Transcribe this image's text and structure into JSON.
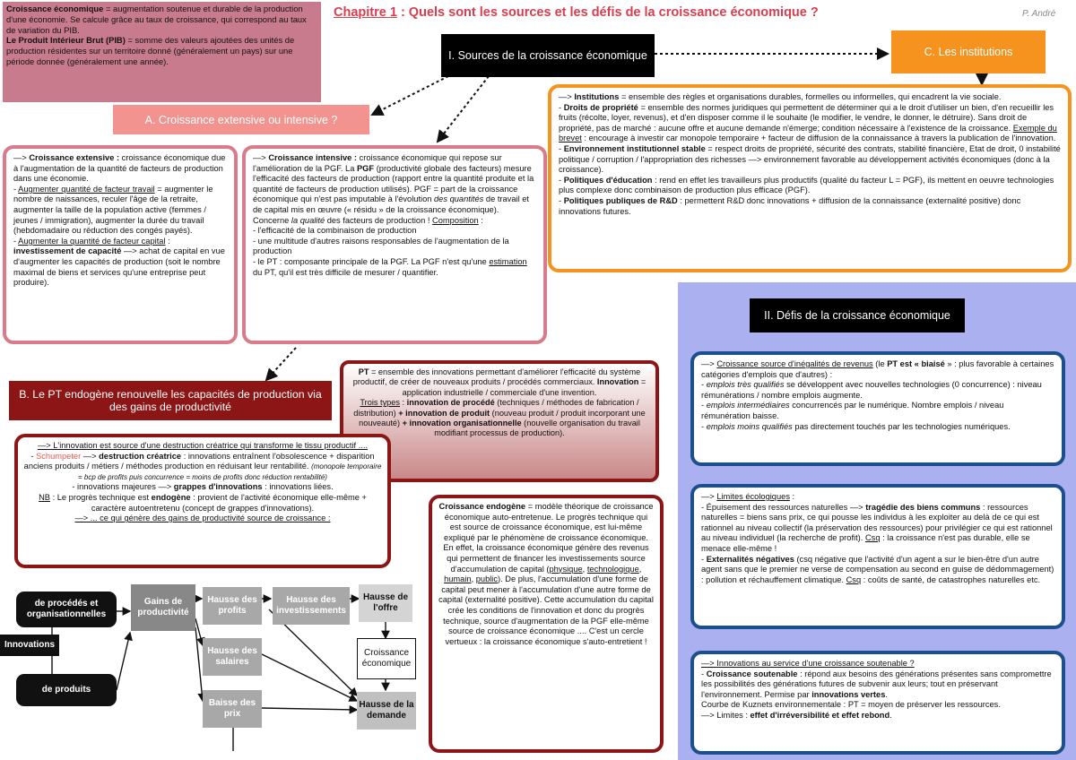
{
  "header": {
    "chapter": "Chapitre 1",
    "title": " : Quels sont les sources et les défis de la croissance économique ?",
    "author": "P. André"
  },
  "definitions": {
    "t1": "Croissance économique",
    "p1": " = augmentation soutenue et durable de la production d'une économie. Se calcule grâce au taux de croissance, qui correspond au taux de variation du PIB.",
    "t2": "Le Produit Intérieur Brut (PIB)",
    "p2": " = somme des valeurs ajoutées des unités de production résidentes sur un territoire donné (généralement un pays) sur une période donnée (généralement une année)."
  },
  "section1": {
    "title": "I. Sources de la croissance économique"
  },
  "sectionA": {
    "title": "A. Croissance extensive ou intensive ?"
  },
  "sectionC": {
    "title": "C. Les institutions"
  },
  "extensive": {
    "l1a": "—> ",
    "l1b": "Croissance extensive : ",
    "l1c": "croissance économique due à l'augmentation de la quantité de facteurs de production dans une économie.",
    "l2a": "- ",
    "l2b": "Augmenter quantité de facteur travail",
    "l2c": " = augmenter le nombre de naissances, reculer l'âge de la retraite, augmenter la taille de la population active (femmes / jeunes / immigration), augmenter la durée du travail (hebdomadaire ou réduction des congés payés).",
    "l3a": "- ",
    "l3b": "Augmenter la quantité de facteur capital",
    "l3c": " : ",
    "l3d": "investissement de capacité",
    "l3e": " —> achat de capital en vue d'augmenter les capacités de production (soit le nombre maximal de biens et services qu'une entreprise peut produire)."
  },
  "intensive": {
    "l1a": "—> ",
    "l1b": "Croissance intensive : ",
    "l1c": "croissance économique qui repose sur l'amélioration de la PGF. La ",
    "l1d": "PGF",
    "l1e": " (productivité globale des facteurs) mesure l'efficacité des facteurs de production (rapport entre la quantité produite et la quantité de facteurs de production utilisés). PGF = part de la croissance économique qui n'est pas imputable à l'évolution ",
    "l1f": "des quantités",
    "l1g": " de travail et de capital mis en œuvre (« résidu » de la croissance économique). Concerne ",
    "l1h": "la qualité",
    "l1i": " des facteurs de production ! ",
    "l1j": "Composition",
    "l1k": " :",
    "l2": "- l'efficacité de la combinaison de production",
    "l3": "- une multitude d'autres raisons responsables de l'augmentation de la production",
    "l4a": "- le PT : composante principale de la PGF. La PGF n'est qu'une ",
    "l4b": "estimation",
    "l4c": " du PT, qu'il est très difficile de mesurer / quantifier."
  },
  "institutions": {
    "l1a": "—> ",
    "l1b": "Institutions",
    "l1c": " = ensemble des règles et organisations durables, formelles ou informelles, qui encadrent la vie sociale.",
    "l2a": "- ",
    "l2b": "Droits de propriété",
    "l2c": " = ensemble des normes juridiques qui permettent de déterminer qui a le droit d'utiliser un bien, d'en recueillir les fruits (récolte, loyer, revenus), et d'en disposer comme il le souhaite (le modifier, le vendre, le donner, le détruire). Sans droit de propriété, pas de marché : aucune offre et aucune demande n'émerge; condition nécessaire à l'existence de la croissance. ",
    "l2d": "Exemple du brevet",
    "l2e": " : encourage à investir car monopole temporaire + facteur de diffusion de la connaissance à travers la publication de l'innovation.",
    "l3a": "- ",
    "l3b": "Environnement institutionnel stable",
    "l3c": " = respect droits de propriété, sécurité des contrats, stabilité financière, Etat de droit, 0 instabilité politique / corruption / l'appropriation des richesses —> environnement favorable au développement activités économiques (donc à la croissance).",
    "l4a": "- ",
    "l4b": "Politiques d'éducation",
    "l4c": " : rend en effet les travailleurs plus productifs (qualité du facteur L = PGF), ils mettent en oeuvre technologies plus complexe donc combinaison de production plus efficace (PGF).",
    "l5a": "- ",
    "l5b": "Politiques publiques de R&D",
    "l5c": " : permettent R&D donc innovations + diffusion de la connaissance (externalité positive) donc innovations futures."
  },
  "sectionB": {
    "title": "B. Le PT endogène renouvelle les capacités de production via des gains de productivité"
  },
  "pt": {
    "l1a": "PT",
    "l1b": " = ensemble des innovations permettant d'améliorer l'efficacité du système productif, de créer de nouveaux produits / procédés commerciaux. ",
    "l1c": "Innovation",
    "l1d": " = application industrielle / commerciale d'une invention.",
    "l2a": "Trois types",
    "l2b": " : ",
    "l2c": "innovation de procédé",
    "l2d": " (techniques / méthodes de fabrication / distribution) ",
    "l2e": "+ innovation de produit",
    "l2f": " (nouveau produit / produit incorporant une nouveauté) ",
    "l2g": "+ innovation organisationnelle",
    "l2h": " (nouvelle organisation du travail modifiant processus de production)."
  },
  "schumpeter": {
    "l1": "—> L'innovation est source d'une destruction créatrice qui transforme le tissu productif ....",
    "l2a": "- ",
    "l2b": "Schumpeter",
    "l2c": " —> ",
    "l2d": "destruction créatrice",
    "l2e": " : innovations entraînent l'obsolescence + disparition anciens produits / métiers / méthodes production en réduisant leur rentabilité. ",
    "l2f": "(monopole temporaire = bcp de profits puis concurrence = moins de profits donc réduction rentabilité)",
    "l3a": "- innovations majeures —> ",
    "l3b": "grappes d'innovations",
    "l3c": " : innovations liées.",
    "l4a": "NB",
    "l4b": " : Le progrès technique est ",
    "l4c": "endogène",
    "l4d": " : provient de l'activité économique elle-même + caractère autoentretenu (concept de grappes d'innovations).",
    "l5": "—> ... ce qui génère des gains de productivité source de croissance :"
  },
  "flow": {
    "procedes": "de procédés et organisationnelles",
    "innovations": "Innovations",
    "produits": "de produits",
    "gains": "Gains de productivité",
    "profits": "Hausse des profits",
    "investissements": "Hausse des investissements",
    "offre": "Hausse de l'offre",
    "salaires": "Hausse des salaires",
    "prix": "Baisse des prix",
    "croissance": "Croissance économique",
    "demande": "Hausse de la demande"
  },
  "endogene": {
    "l1a": "Croissance endogène",
    "l1b": " = modèle théorique de croissance économique auto-entretenue. Le progrès technique qui est source de croissance économique, est lui-même expliqué par le phénomène de croissance économique. En effet, la croissance économique génère des revenus qui permettent de financer les investissements source d'accumulation de capital (",
    "k1": "physique",
    "k2": "technologique",
    "k3": "humain",
    "k4": "public",
    "l1c": "). De plus, l'accumulation d'une forme de capital peut mener à l'accumulation d'une autre forme de capital (externalité positive). Cette accumulation du capital crée les conditions de l'innovation et donc du progrès technique, source d'augmentation de la PGF elle-même source de croissance économique .... C'est un cercle vertueux : la croissance économique s'auto-entretient !"
  },
  "section2": {
    "title": "II. Défis de la croissance économique"
  },
  "inegalites": {
    "l1a": "—> ",
    "l1b": "Croissance source d'inégalités de revenus",
    "l1c": " (le ",
    "l1d": "PT est « biaisé",
    "l1e": " » : plus favorable à certaines catégories d'emplois que d'autres) :",
    "l2a": "- ",
    "l2b": "emplois très qualifiés",
    "l2c": " se développent avec nouvelles technologies (0 concurrence) : niveau rémunérations / nombre emplois augmente.",
    "l3a": "- ",
    "l3b": "emplois intermédiaires",
    "l3c": " concurrencés par le numérique. Nombre emplois / niveau rémunération baisse.",
    "l4a": "- ",
    "l4b": "emplois moins qualifiés",
    "l4c": " pas directement touchés par les technologies numériques."
  },
  "ecologie": {
    "l1a": "—> ",
    "l1b": "Limites écologiques",
    "l1c": " :",
    "l2a": "- Épuisement des ressources naturelles —> ",
    "l2b": "tragédie des biens communs",
    "l2c": " : ressources naturelles = biens sans prix, ce qui pousse les individus à les exploiter au delà de ce qui est rationnel au niveau collectif (la préservation des ressources) pour privilégier ce qui est rationnel au niveau individuel (la recherche de profit). ",
    "l2d": "Csq",
    "l2e": " : la croissance n'est pas durable, elle se menace elle-même !",
    "l3a": "- ",
    "l3b": "Externalités négatives",
    "l3c": " (csq négative que l'activité d'un agent a sur le bien-être d'un autre agent sans que le premier ne verse de compensation au second en guise de dédommagement) : pollution et réchauffement climatique. ",
    "l3d": "Csq",
    "l3e": " : coûts de santé, de catastrophes naturelles etc."
  },
  "soutenable": {
    "l1": "—> Innovations au service d'une croissance soutenable ?",
    "l2a": "- ",
    "l2b": "Croissance soutenable",
    "l2c": " : répond aux besoins des générations présentes sans compromettre les possibilités des générations futures de subvenir aux leurs; tout en préservant l'environnement. Permise par ",
    "l2d": "innovations vertes",
    "l2e": ".",
    "l3": "Courbe de Kuznets environnementale : PT = moyen de préserver les ressources.",
    "l4a": "—> Limites : ",
    "l4b": "effet d'irréversibilité et effet rebond",
    "l4c": "."
  },
  "colors": {
    "pink": "#c97b8e",
    "salmon": "#f2938f",
    "orange": "#f6921e",
    "darkred": "#8c1515",
    "lavender": "#aab0f0",
    "navy": "#1d4f8c",
    "black": "#000000"
  }
}
